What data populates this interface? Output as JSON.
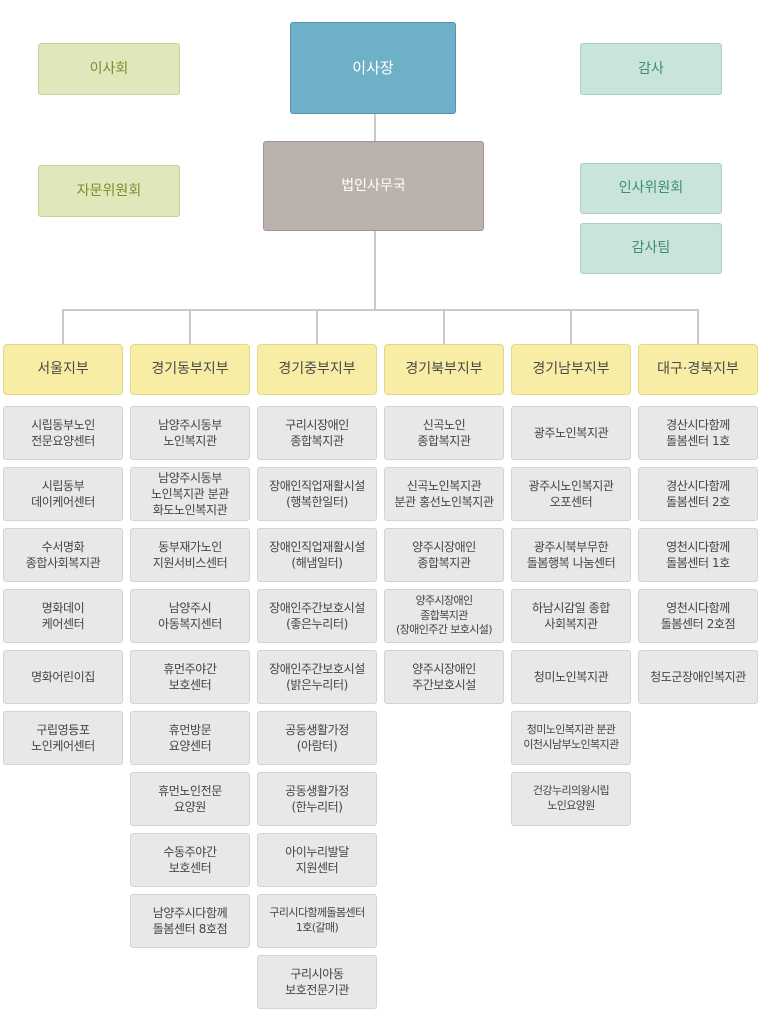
{
  "top": {
    "board": "이사회",
    "chairman": "이사장",
    "auditor": "감사",
    "advisory": "자문위원회",
    "office": "법인사무국",
    "personnel": "인사위원회",
    "audit_team": "감사팀"
  },
  "branches": [
    {
      "name": "서울지부",
      "units": [
        "시립동부노인\n전문요양센터",
        "시립동부\n데이케어센터",
        "수서명화\n종합사회복지관",
        "명화데이\n케어센터",
        "명화어린이집",
        "구립영등포\n노인케어센터"
      ]
    },
    {
      "name": "경기동부지부",
      "units": [
        "남양주시동부\n노인복지관",
        "남양주시동부\n노인복지관 분관\n화도노인복지관",
        "동부재가노인\n지원서비스센터",
        "남양주시\n아동복지센터",
        "휴먼주야간\n보호센터",
        "휴먼방문\n요양센터",
        "휴먼노인전문\n요양원",
        "수동주야간\n보호센터",
        "남양주시다함께\n돌봄센터 8호점"
      ]
    },
    {
      "name": "경기중부지부",
      "units": [
        "구리시장애인\n종합복지관",
        "장애인직업재활시설\n(행복한일터)",
        "장애인직업재활시설\n(해냄일터)",
        "장애인주간보호시설\n(좋은누리터)",
        "장애인주간보호시설\n(밝은누리터)",
        "공동생활가정\n(아람터)",
        "공동생활가정\n(한누리터)",
        "아이누리발달\n지원센터",
        "구리시다함께돌봄센터\n1호(갈매)",
        "구리시아동\n보호전문기관"
      ]
    },
    {
      "name": "경기북부지부",
      "units": [
        "신곡노인\n종합복지관",
        "신곡노인복지관\n분관 홍선노인복지관",
        "양주시장애인\n종합복지관",
        "양주시장애인\n종합복지관\n(장애인주간 보호시설)",
        "양주시장애인\n주간보호시설"
      ]
    },
    {
      "name": "경기남부지부",
      "units": [
        "광주노인복지관",
        "광주시노인복지관\n오포센터",
        "광주시북부무한\n돌봄행복 나눔센터",
        "하남시감일 종합\n사회복지관",
        "청미노인복지관",
        "청미노인복지관 분관\n이천시남부노인복지관",
        "건강누리의왕시립\n노인요양원"
      ]
    },
    {
      "name": "대구·경북지부",
      "units": [
        "경산시다함께\n돌봄센터 1호",
        "경산시다함께\n돌봄센터 2호",
        "영천시다함께\n돌봄센터 1호",
        "영천시다함께\n돌봄센터 2호점",
        "청도군장애인복지관"
      ]
    }
  ]
}
